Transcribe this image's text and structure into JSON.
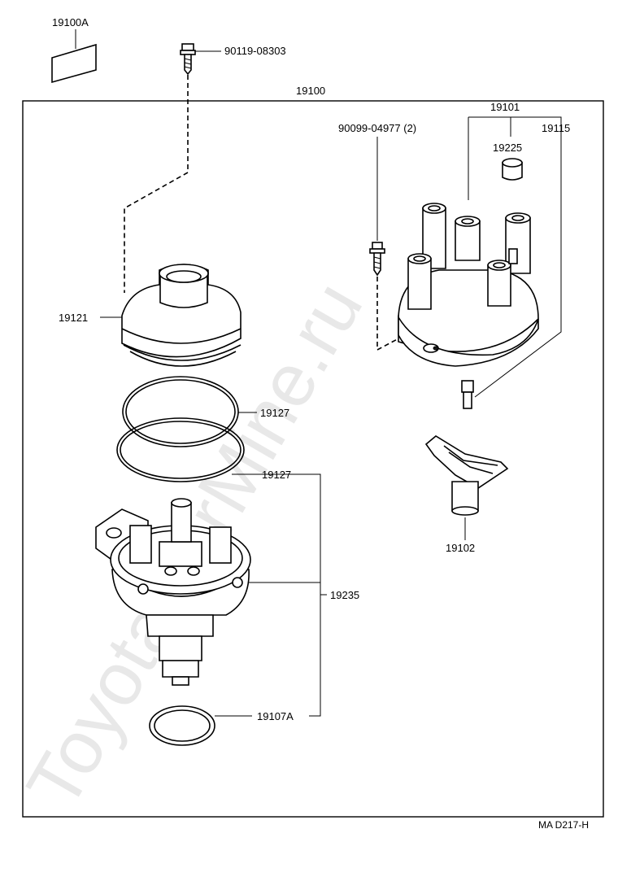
{
  "watermark": "ToyotaCarMine.ru",
  "labels": {
    "kit": "19100A",
    "screw_top": "90119-08303",
    "assembly": "19100",
    "cap_screw": "90099-04977 (2)",
    "cap": "19101",
    "carbon_brush": "19115",
    "cap_part": "19225",
    "housing_cover": "19121",
    "gasket_a": "19127",
    "gasket_b": "19127",
    "igniter": "19235",
    "rotor": "19102",
    "o_ring": "19107A",
    "diagram_code": "MA D217-H"
  }
}
